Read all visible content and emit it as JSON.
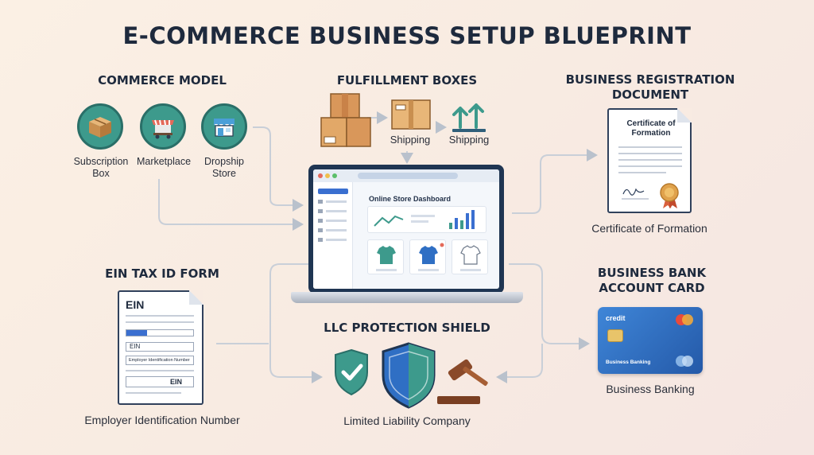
{
  "title": "E-COMMERCE BUSINESS SETUP BLUEPRINT",
  "commerce_model": {
    "heading": "COMMERCE MODEL",
    "items": [
      {
        "label": "Subscription\nBox",
        "icon": "box-icon"
      },
      {
        "label": "Marketplace",
        "icon": "market-stall-icon"
      },
      {
        "label": "Dropship\nStore",
        "icon": "storefront-icon"
      }
    ]
  },
  "fulfillment": {
    "heading": "FULFILLMENT BOXES",
    "steps": [
      "Shipping",
      "Shipping"
    ]
  },
  "registration": {
    "heading": "BUSINESS REGISTRATION\nDOCUMENT",
    "doc_title": "Certificate of\nFormation",
    "caption": "Certificate of Formation"
  },
  "dashboard": {
    "title": "Online Store Dashboard"
  },
  "ein": {
    "heading": "EIN TAX ID FORM",
    "form_title": "EIN",
    "field1": "EIN",
    "field2": "Employer Identification Number",
    "field3": "EIN",
    "caption": "Employer Identification Number"
  },
  "llc": {
    "heading": "LLC PROTECTION SHIELD",
    "caption": "Limited Liability Company"
  },
  "bank": {
    "heading": "BUSINESS BANK\nACCOUNT CARD",
    "card_brand": "credit",
    "card_label": "Business Banking",
    "caption": "Business Banking"
  },
  "colors": {
    "navy": "#1f3552",
    "teal": "#3d9a8c",
    "connector": "#c9cfd8",
    "card_blue": "#2f6fc4"
  }
}
